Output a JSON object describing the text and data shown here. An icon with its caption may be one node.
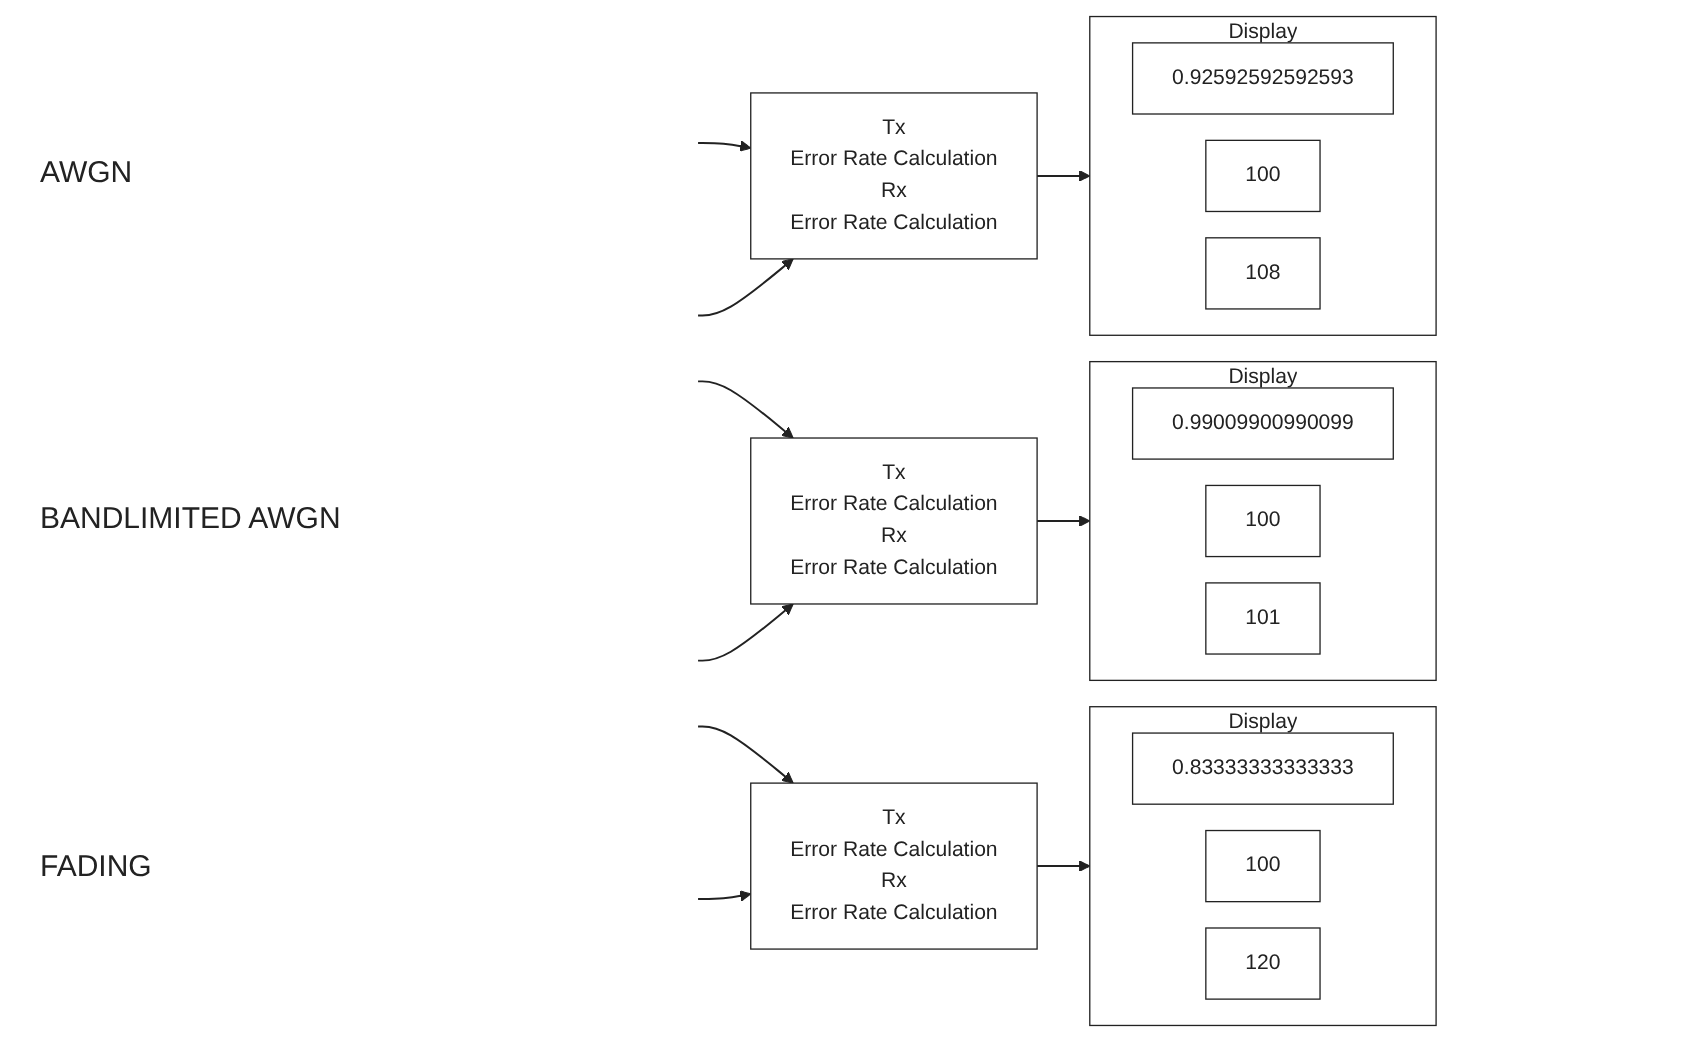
{
  "diagram": {
    "nodes": [
      {
        "text": [
          "Tx",
          "Error Rate Calculation",
          "Rx",
          "Error Rate Calculation"
        ]
      },
      {
        "text": [
          "Display"
        ]
      },
      {
        "text": [
          "0.92592592592593"
        ],
        "in": 1
      },
      {
        "text": [
          "100"
        ],
        "in": 1
      },
      {
        "text": [
          "108"
        ],
        "in": 1
      },
      {
        "text": [
          "Tx",
          "Error Rate Calculation",
          "Rx",
          "Error Rate Calculation"
        ]
      },
      {
        "text": [
          "Display"
        ]
      },
      {
        "text": [
          "0.99009900990099"
        ],
        "in": 6
      },
      {
        "text": [
          "100"
        ],
        "in": 6
      },
      {
        "text": [
          "101"
        ],
        "in": 6
      },
      {
        "text": [
          "Tx",
          "Error Rate Calculation",
          "Rx",
          "Error Rate Calculation"
        ]
      },
      {
        "text": [
          "Display"
        ]
      },
      {
        "text": [
          "0.83333333333333"
        ],
        "in": 11
      },
      {
        "text": [
          "100"
        ],
        "in": 11
      },
      {
        "text": [
          "120"
        ],
        "in": 11
      }
    ],
    "edges": [
      {
        "from": null,
        "to": 0,
        "arrow": "to"
      },
      {
        "from": null,
        "to": 0,
        "arrow": "to"
      },
      {
        "from": 0,
        "to": 1,
        "arrow": "to"
      },
      {
        "from": null,
        "to": 5,
        "arrow": "to"
      },
      {
        "from": null,
        "to": 5,
        "arrow": "to"
      },
      {
        "from": 5,
        "to": 6,
        "arrow": "to"
      },
      {
        "from": null,
        "to": 10,
        "arrow": "to"
      },
      {
        "from": null,
        "to": 10,
        "arrow": "to"
      },
      {
        "from": 10,
        "to": 11,
        "arrow": "to"
      }
    ],
    "labels": [
      "AWGN",
      "BANDLIMITED AWGN",
      "FADING"
    ]
  }
}
